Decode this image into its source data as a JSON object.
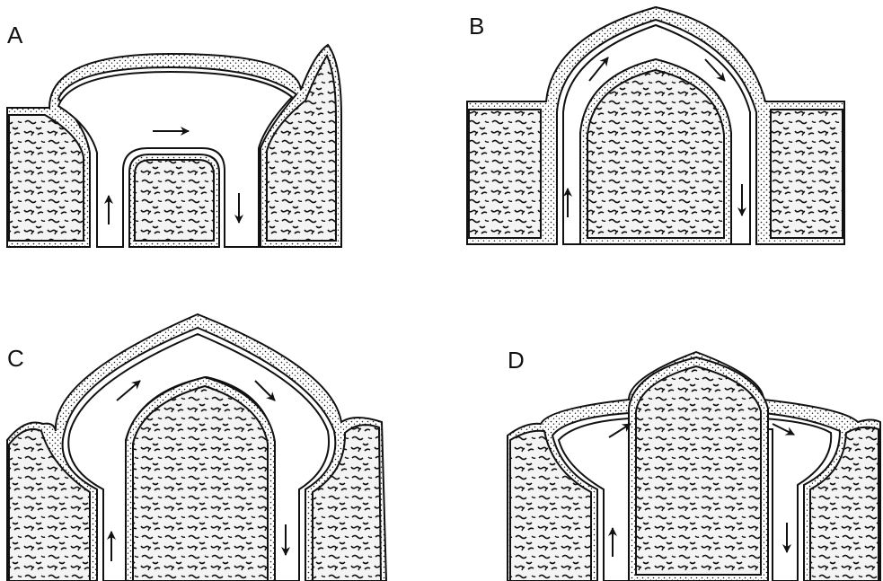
{
  "colors": {
    "ink": "#111111",
    "tissue": "#f4f4f4",
    "background": "#ffffff"
  },
  "panels": [
    {
      "id": "A",
      "label": "A"
    },
    {
      "id": "B",
      "label": "B"
    },
    {
      "id": "C",
      "label": "C"
    },
    {
      "id": "D",
      "label": "D"
    }
  ],
  "icons": {
    "flow_arrow": "arrow-icon",
    "tissue_texture": "squiggle-pattern"
  }
}
